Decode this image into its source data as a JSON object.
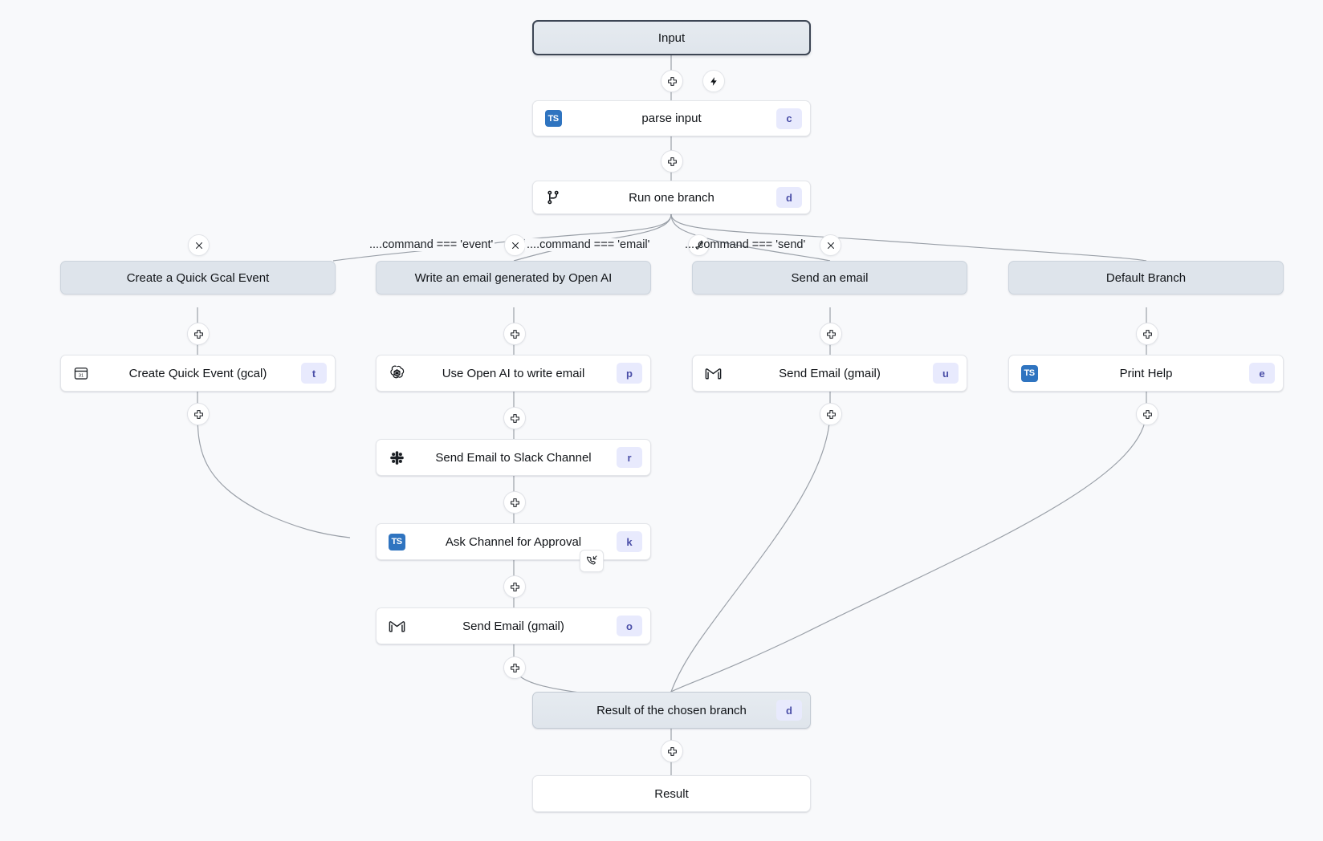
{
  "canvas": {
    "background": "#f8f9fb",
    "accent_chip_bg": "#e8eafd",
    "accent_chip_fg": "#4b4fa8",
    "ts_badge_color": "#2f74c0",
    "branch_head_bg": "#dee4eb",
    "endpoint_bg": "#e3e9ef"
  },
  "nodes": {
    "input": {
      "label": "Input",
      "shortcut": ""
    },
    "parse_input": {
      "label": "parse input",
      "shortcut": "c",
      "icon": "typescript-icon"
    },
    "run_one_branch": {
      "label": "Run one branch",
      "shortcut": "d",
      "icon": "branch-icon"
    },
    "branch_gcal_head": {
      "label": "Create a Quick Gcal Event"
    },
    "branch_email_head": {
      "label": "Write an email generated by Open AI"
    },
    "branch_send_head": {
      "label": "Send an email"
    },
    "branch_default_head": {
      "label": "Default Branch"
    },
    "create_quick_event": {
      "label": "Create Quick Event (gcal)",
      "shortcut": "t",
      "icon": "google-calendar-icon"
    },
    "use_open_ai": {
      "label": "Use Open AI to write email",
      "shortcut": "p",
      "icon": "openai-icon"
    },
    "send_email_slack": {
      "label": "Send Email to Slack Channel",
      "shortcut": "r",
      "icon": "slack-icon"
    },
    "ask_channel_approval": {
      "label": "Ask Channel for Approval",
      "shortcut": "k",
      "icon": "typescript-icon",
      "badge": "suspend-callback-icon"
    },
    "send_email_gmail_mid": {
      "label": "Send Email (gmail)",
      "shortcut": "o",
      "icon": "gmail-icon"
    },
    "send_email_gmail_right": {
      "label": "Send Email (gmail)",
      "shortcut": "u",
      "icon": "gmail-icon"
    },
    "print_help": {
      "label": "Print Help",
      "shortcut": "e",
      "icon": "typescript-icon"
    },
    "result_chosen_branch": {
      "label": "Result of the chosen branch",
      "shortcut": "d"
    },
    "result": {
      "label": "Result",
      "shortcut": ""
    }
  },
  "branch_conditions": [
    {
      "label": "....command === 'event'"
    },
    {
      "label": "....command === 'email'"
    },
    {
      "label": "....command === 'send'"
    }
  ],
  "controls": {
    "add_step_icon": "plus-icon",
    "trigger_icon": "lightning-icon",
    "remove_branch_icon": "close-icon",
    "add_branch_icon": "add-branch-icon",
    "suspend_icon": "suspend-callback-icon"
  }
}
